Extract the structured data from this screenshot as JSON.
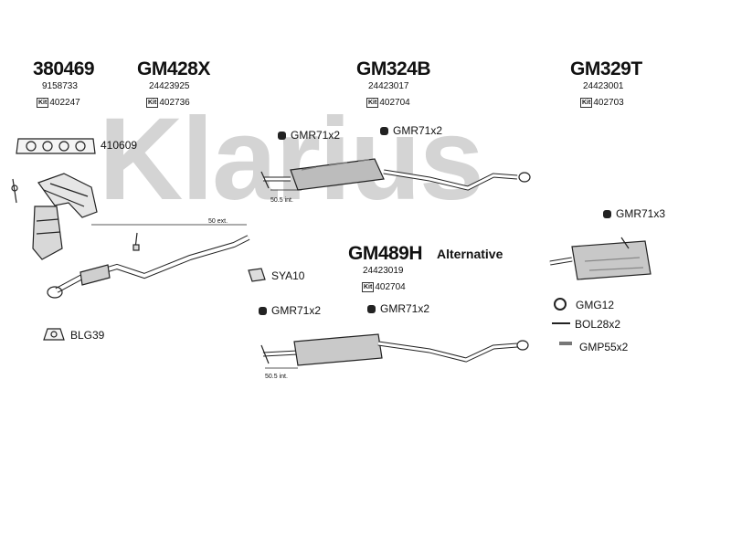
{
  "watermark": {
    "text": "Klarius",
    "color": "#cfcfcf"
  },
  "parts": [
    {
      "code": "380469",
      "number": "9158733",
      "kit_icon": "Kit",
      "kit": "402247"
    },
    {
      "code": "GM428X",
      "number": "24423925",
      "kit_icon": "Kit",
      "kit": "402736"
    },
    {
      "code": "GM324B",
      "number": "24423017",
      "kit_icon": "Kit",
      "kit": "402704"
    },
    {
      "code": "GM329T",
      "number": "24423001",
      "kit_icon": "Kit",
      "kit": "402703"
    },
    {
      "code": "GM489H",
      "number": "24423019",
      "kit_icon": "Kit",
      "kit": "402704"
    }
  ],
  "alternative": "Alternative",
  "labels": {
    "gasket": "410609",
    "gmr_a": "GMR71x2",
    "gmr_b": "GMR71x2",
    "gmr_c": "GMR71x3",
    "gmr_d": "GMR71x2",
    "gmr_e": "GMR71x2",
    "sya": "SYA10",
    "blg": "BLG39",
    "gmg": "GMG12",
    "bol": "BOL28x2",
    "gmp": "GMP55x2"
  },
  "dims": {
    "ext50": "50 ext.",
    "int_top": "50.5 int.",
    "int_bottom": "50.5 int."
  }
}
